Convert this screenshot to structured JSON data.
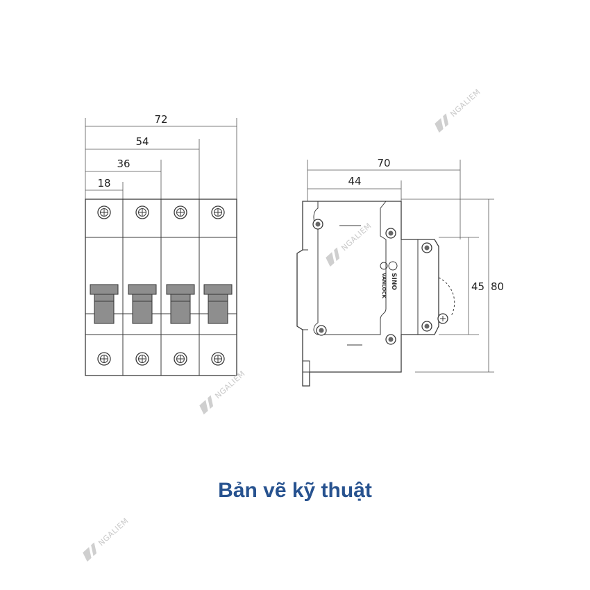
{
  "front_view": {
    "dimensions": [
      "72",
      "54",
      "36",
      "18"
    ]
  },
  "side_view": {
    "dimensions": {
      "width_total": "70",
      "width_mid": "44",
      "height_inner": "45",
      "height_total": "80"
    },
    "label_brand": "SINO",
    "label_sub": "VANLOCK"
  },
  "watermark": {
    "text": "NGALIEM"
  },
  "caption": "Bản vẽ kỹ thuật",
  "colors": {
    "caption": "#27528f",
    "lines": "#3a3a3a",
    "handles": "#8e8e8e"
  }
}
